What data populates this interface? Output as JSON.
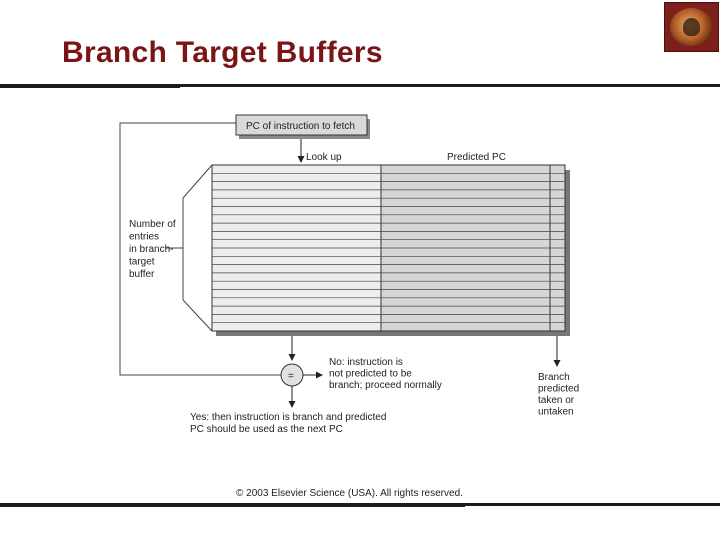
{
  "slide": {
    "title": "Branch Target Buffers",
    "colors": {
      "title": "#7a1416",
      "rule": "#1c1c1c",
      "table_left": "#ededed",
      "table_right": "#d6d6d6"
    }
  },
  "logo": {
    "icon": "university-seal-icon"
  },
  "diagram": {
    "pc_box_label": "PC of instruction to fetch",
    "lookup_label": "Look up",
    "predicted_pc_label": "Predicted PC",
    "entries_label_lines": [
      "Number of",
      "entries",
      "in branch-",
      "target",
      "buffer"
    ],
    "compare_symbol": "=",
    "no_label_lines": [
      "No:  instruction is",
      "not predicted to be",
      "branch; proceed normally"
    ],
    "yes_label_lines": [
      "Yes:  then instruction is branch and predicted",
      "PC should be used as the next PC"
    ],
    "branch_label_lines": [
      "Branch",
      "predicted",
      "taken or",
      "untaken"
    ],
    "table_rows": 20
  },
  "footer": {
    "copyright": "© 2003 Elsevier Science (USA). All rights reserved."
  }
}
